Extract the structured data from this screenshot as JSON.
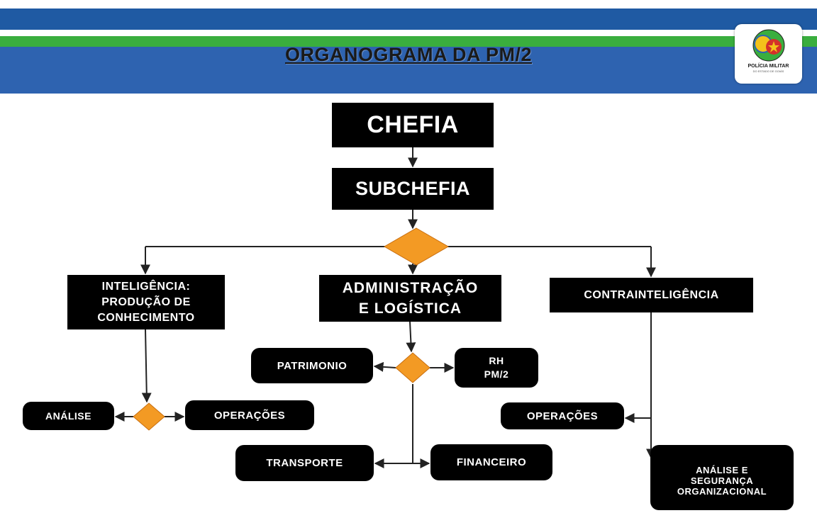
{
  "header": {
    "title": "ORGANOGRAMA DA PM/2",
    "logo_text": "POLÍCIA MILITAR",
    "logo_subtext": "DO ESTADO DE GOIÁS",
    "colors": {
      "dark_blue": "#1f5aa3",
      "green": "#3aae3e",
      "blue": "#2e63b0"
    }
  },
  "nodes": {
    "chefia": "CHEFIA",
    "subchefia": "SUBCHEFIA",
    "inteligencia": "INTELIGÊNCIA:\nPRODUÇÃO DE\nCONHECIMENTO",
    "administracao": "ADMINISTRAÇÃO\nE LOGÍSTICA",
    "contrainteligencia": "CONTRAINTELIGÊNCIA",
    "patrimonio": "PATRIMONIO",
    "rh": "RH\nPM/2",
    "analise": "ANÁLISE",
    "operacoes_intel": "OPERAÇÕES",
    "operacoes_contra": "OPERAÇÕES",
    "transporte": "TRANSPORTE",
    "financeiro": "FINANCEIRO",
    "analise_seguranca": "ANÁLISE E\nSEGURANÇA\nORGANIZACIONAL"
  },
  "diagram_colors": {
    "node_fill": "#000000",
    "node_text": "#ffffff",
    "decision_fill": "#f39a24",
    "connector": "#222222"
  }
}
